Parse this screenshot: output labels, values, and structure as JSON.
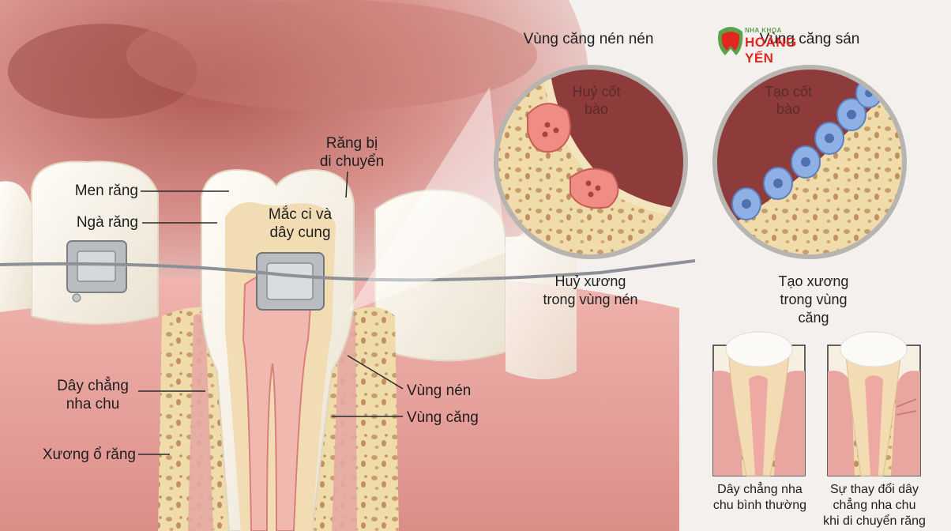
{
  "headers": {
    "compression": "Vùng căng nén nén",
    "tension": "Vùng căng sán"
  },
  "logo": {
    "tagline": "NHA KHOA",
    "name": "HOÀNG YẾN"
  },
  "labels": {
    "enamel": "Men răng",
    "dentin": "Ngà răng",
    "tooth_moved_1": "Răng bị",
    "tooth_moved_2": "di chuyển",
    "bracket_1": "Mắc ci và",
    "bracket_2": "dây cung",
    "ligament_1": "Dây chẳng",
    "ligament_2": "nha chu",
    "alveolar_bone": "Xương ổ răng",
    "compression_zone": "Vùng nén",
    "tension_zone": "Vùng căng"
  },
  "zoom": {
    "osteoclast_1": "Huỷ cốt",
    "osteoclast_2": "bào",
    "osteoblast_1": "Tạo cốt",
    "osteoblast_2": "bào",
    "resorption_1": "Huỷ xương",
    "resorption_2": "trong vùng nén",
    "formation_1": "Tạo xương",
    "formation_2": "trong vùng",
    "formation_3": "căng"
  },
  "insets": {
    "normal_1": "Dây chẳng nha",
    "normal_2": "chu bình thường",
    "changed_1": "Sự thay đổi dây",
    "changed_2": "chẳng nha chu",
    "changed_3": "khi di chuyển răng"
  },
  "colors": {
    "gum": "#e9a6a0",
    "tooth": "#f7f3ea",
    "bone": "#efdcaa",
    "osteoclast": "#ef8c83",
    "osteoblast": "#8fb0e4",
    "brand_red": "#e0281f",
    "brand_green": "#5ca04a"
  }
}
